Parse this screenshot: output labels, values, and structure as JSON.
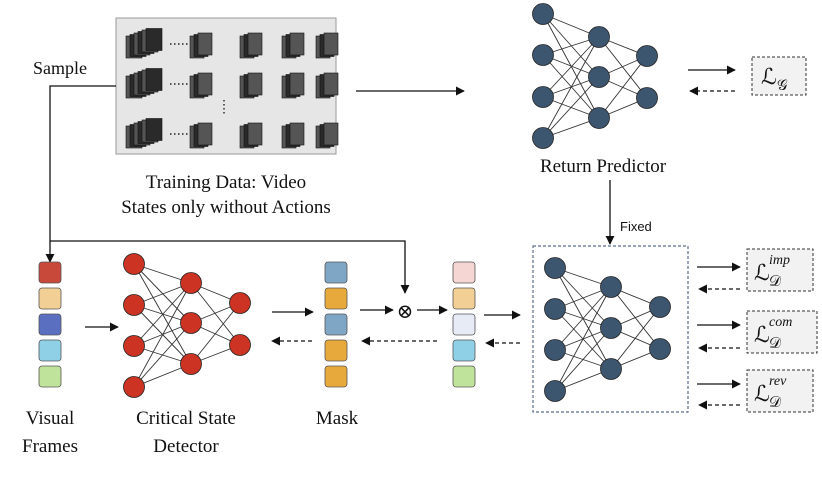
{
  "labels": {
    "sample": "Sample",
    "training_line1": "Training Data: Video",
    "training_line2": "States only without Actions",
    "return_predictor": "Return Predictor",
    "fixed": "Fixed",
    "visual": "Visual",
    "frames": "Frames",
    "critical_line1": "Critical State",
    "critical_line2": "Detector",
    "mask": "Mask",
    "multiply_symbol": "⊗"
  },
  "losses": {
    "g": {
      "base": "ℒ",
      "sub": "𝒢",
      "sup": ""
    },
    "imp": {
      "base": "ℒ",
      "sub": "𝒟",
      "sup": "imp"
    },
    "com": {
      "base": "ℒ",
      "sub": "𝒟",
      "sup": "com"
    },
    "rev": {
      "base": "ℒ",
      "sub": "𝒟",
      "sup": "rev"
    }
  },
  "colors": {
    "blue_node": "#3d5670",
    "red_node": "#cc3322",
    "frame_colors": [
      "#c8483a",
      "#f2cf95",
      "#5b6fc0",
      "#8fd0e6",
      "#bfe39a"
    ],
    "mask_colors": [
      "#7fa6c4",
      "#e8a93c",
      "#7fa6c4",
      "#e8a93c",
      "#e8a93c"
    ],
    "masked_colors": [
      "#f5d6d3",
      "#f2cf95",
      "#e7ebf5",
      "#8fd0e6",
      "#bfe39a"
    ],
    "dashed_box": "#5a6f8c"
  }
}
